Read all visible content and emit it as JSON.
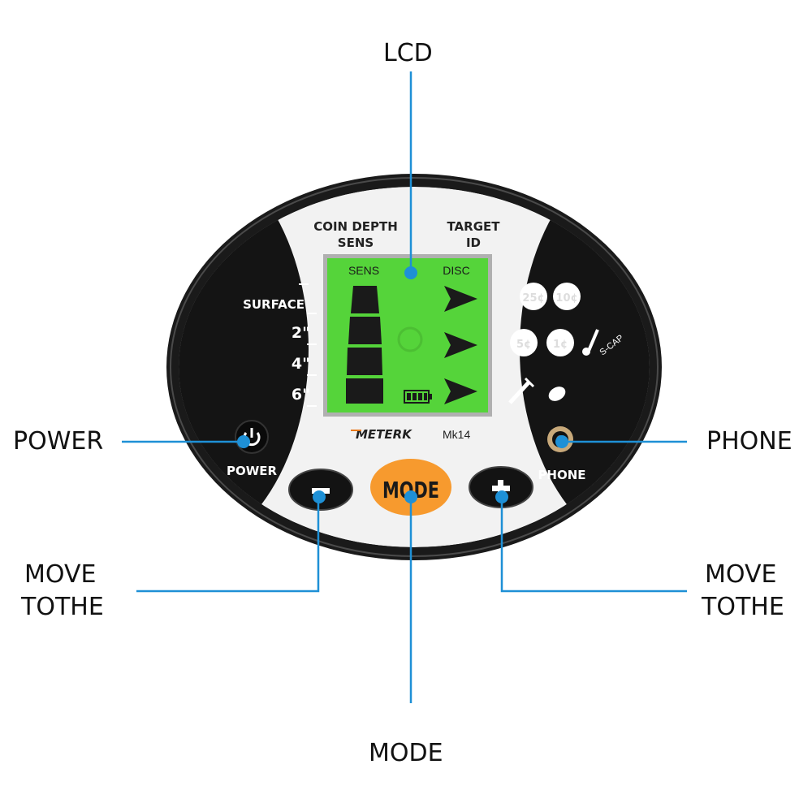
{
  "callouts": {
    "lcd": "LCD",
    "power": "POWER",
    "phone": "PHONE",
    "minus_line1": "MOVE",
    "minus_line2": "TOTHE",
    "plus_line1": "MOVE",
    "plus_line2": "TOTHE",
    "mode": "MODE"
  },
  "panel": {
    "coin_depth_1": "COIN DEPTH",
    "coin_depth_2": "SENS",
    "target_1": "TARGET",
    "target_2": "ID",
    "depth_scale": [
      "SURFACE",
      "2\"",
      "4\"",
      "6\""
    ],
    "power_label": "POWER",
    "phone_label": "PHONE",
    "mode_button": "MODE",
    "brand": "METERK",
    "model": "Mk14",
    "coins": [
      "25¢",
      "10¢",
      "5¢",
      "1¢"
    ],
    "scap": "S-CAP"
  },
  "lcd": {
    "sens": "SENS",
    "disc": "DISC"
  },
  "colors": {
    "leader": "#1e90d6",
    "lcd_bg": "#55d43a",
    "mode_button": "#f79a2e",
    "bezel": "#111111"
  }
}
